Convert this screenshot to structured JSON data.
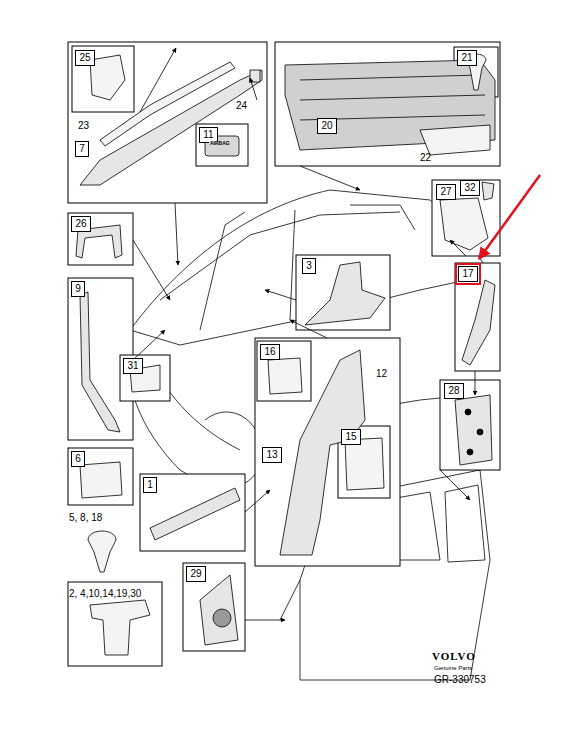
{
  "diagram": {
    "nodes": [
      {
        "text": [
          "25"
        ]
      },
      {
        "text": [
          "7"
        ]
      },
      {
        "text": [
          "11"
        ]
      },
      {
        "text": [
          "21"
        ]
      },
      {
        "text": [
          "20"
        ]
      },
      {
        "text": [
          "26"
        ]
      },
      {
        "text": [
          "27"
        ]
      },
      {
        "text": [
          "32"
        ]
      },
      {
        "text": [
          "17"
        ]
      },
      {
        "text": [
          "3"
        ]
      },
      {
        "text": [
          "9"
        ]
      },
      {
        "text": [
          "31"
        ]
      },
      {
        "text": [
          "16"
        ]
      },
      {
        "text": [
          "15"
        ]
      },
      {
        "text": [
          "13"
        ]
      },
      {
        "text": [
          "28"
        ]
      },
      {
        "text": [
          "6"
        ]
      },
      {
        "text": [
          "1"
        ]
      },
      {
        "text": [
          "29"
        ]
      }
    ],
    "labels": [
      "23",
      "24",
      "AIRBAG",
      "22",
      "12",
      "5, 8, 18",
      "2, 4,10,14,19,30",
      "VOLVO",
      "Genuine Parts",
      "GR-330753"
    ]
  }
}
